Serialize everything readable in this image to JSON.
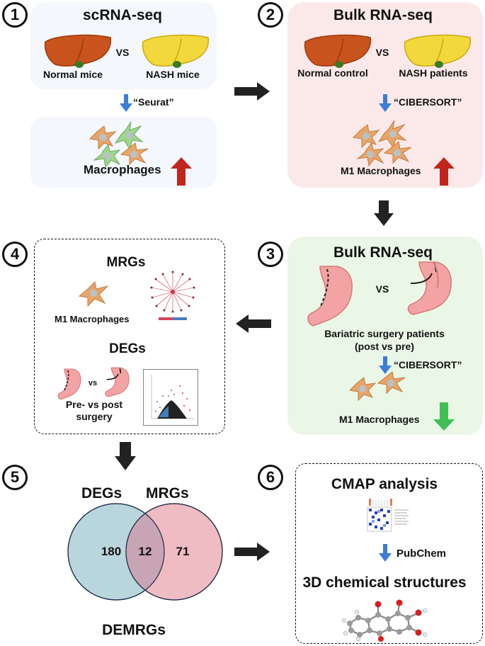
{
  "step_numbers": [
    "1",
    "2",
    "3",
    "4",
    "5",
    "6"
  ],
  "panel1": {
    "title": "scRNA-seq",
    "left_label": "Normal mice",
    "vs": "VS",
    "right_label": "NASH mice",
    "method": "“Seurat”",
    "result": "Macrophages",
    "trend": "up"
  },
  "panel2": {
    "title": "Bulk RNA-seq",
    "left_label": "Normal control",
    "vs": "VS",
    "right_label": "NASH patients",
    "method": "“CIBERSORT”",
    "result": "M1 Macrophages",
    "trend": "up"
  },
  "panel3": {
    "title": "Bulk RNA-seq",
    "vs": "VS",
    "subject_line1": "Bariatric surgery patients",
    "subject_line2": "(post vs pre)",
    "method": "“CIBERSORT”",
    "result": "M1 Macrophages",
    "trend": "down"
  },
  "panel4": {
    "mrgs_title": "MRGs",
    "cell_label": "M1 Macrophages",
    "degs_title": "DEGs",
    "vs": "vs",
    "comparison_line1": "Pre- vs post",
    "comparison_line2": "surgery"
  },
  "panel5": {
    "set_a": "DEGs",
    "set_b": "MRGs",
    "only_a": "180",
    "overlap": "12",
    "only_b": "71",
    "caption": "DEMRGs"
  },
  "panel6": {
    "title": "CMAP analysis",
    "tool": "PubChem",
    "result": "3D chemical structures"
  },
  "colors": {
    "panel1_bg": "#f4f7fc",
    "panel2_bg": "#fbe9ea",
    "panel3_bg": "#eaf6e6",
    "arrow_blue": "#3b7dd8",
    "arrow_red": "#c0261b",
    "arrow_green": "#3fbf55",
    "liver_red": "#c8531c",
    "liver_yellow": "#f2d83b",
    "macrophage": "#e8a56a",
    "macrophage_green": "#9fd68c",
    "venn_left": "#b9d6dc",
    "venn_right": "#efbcc3",
    "venn_overlap": "#c8a4b4",
    "flow_arrow": "#222222"
  }
}
